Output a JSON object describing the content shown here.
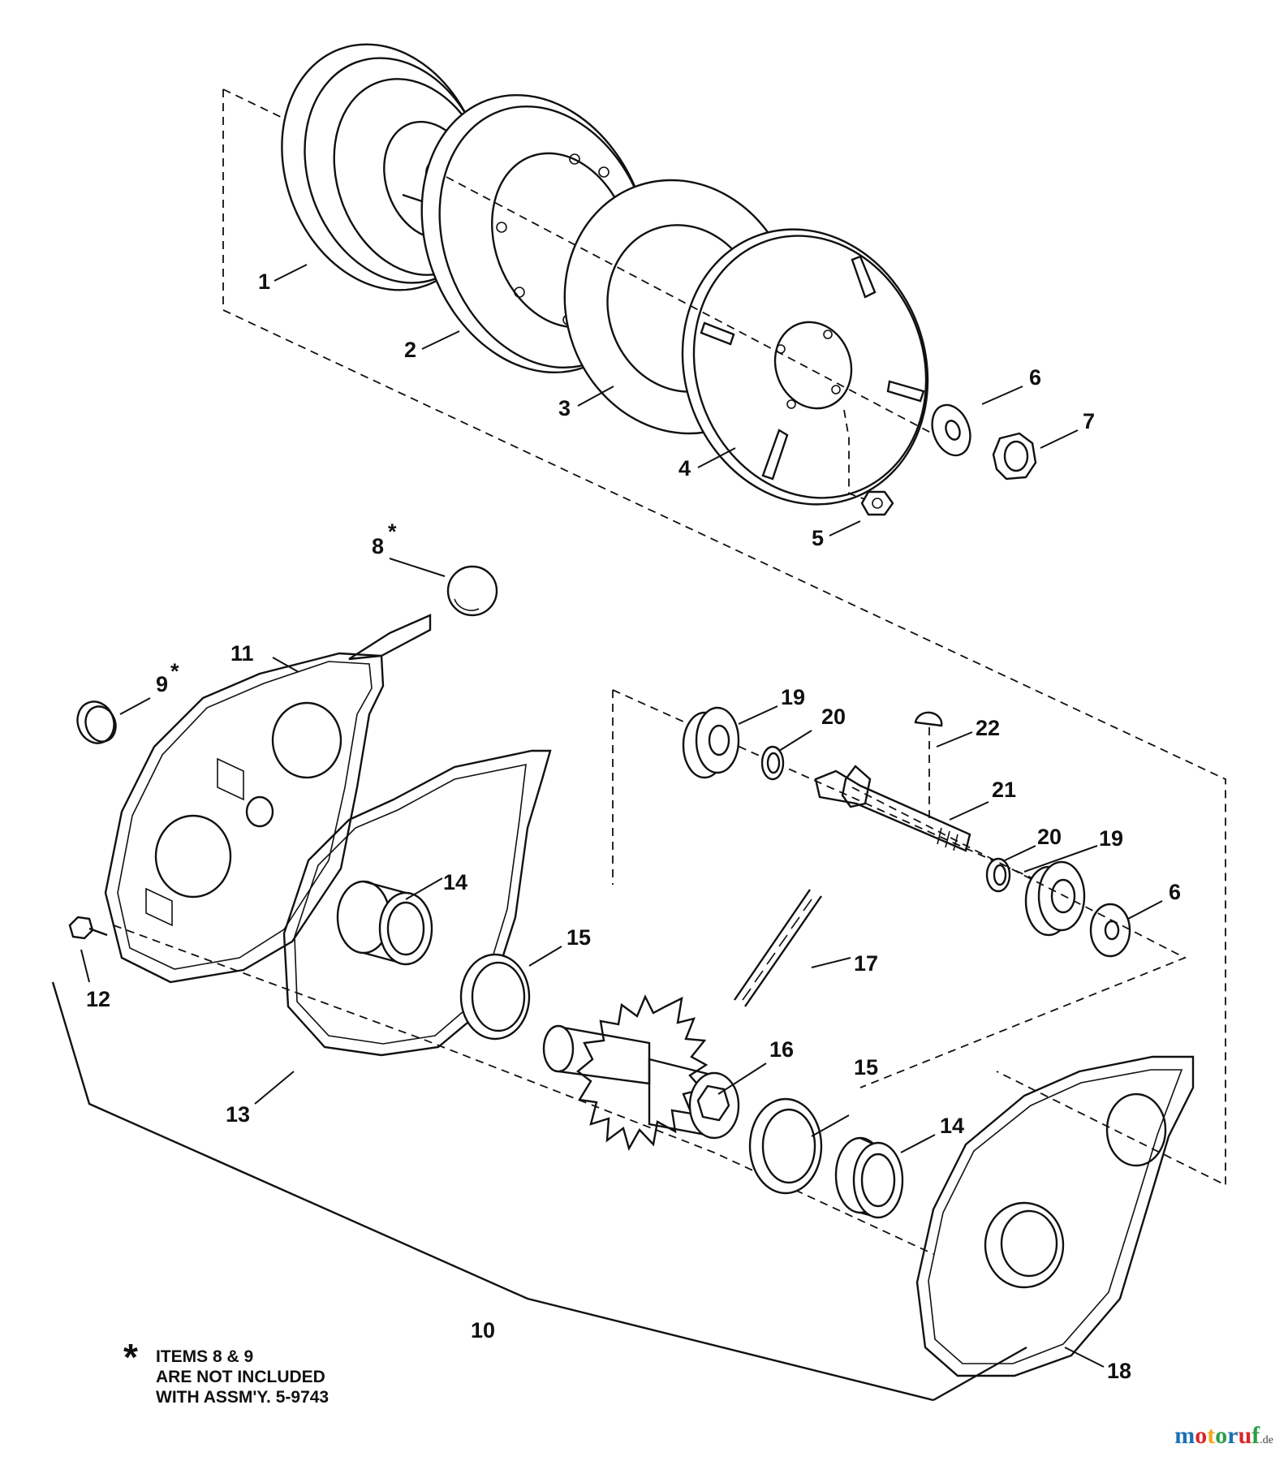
{
  "labels": {
    "p1": "1",
    "p2": "2",
    "p3": "3",
    "p4": "4",
    "p5": "5",
    "p6a": "6",
    "p6b": "6",
    "p7": "7",
    "p8": "8",
    "p9": "9",
    "p10": "10",
    "p11": "11",
    "p12": "12",
    "p13": "13",
    "p14a": "14",
    "p14b": "14",
    "p15a": "15",
    "p15b": "15",
    "p16": "16",
    "p17": "17",
    "p18": "18",
    "p19a": "19",
    "p19b": "19",
    "p20a": "20",
    "p20b": "20",
    "p21": "21",
    "p22": "22"
  },
  "asterisk": "*",
  "note": {
    "symbol": "*",
    "line1": "ITEMS 8 & 9",
    "line2": "ARE NOT INCLUDED",
    "line3": "WITH ASSM'Y. 5-9743"
  },
  "watermark": {
    "letters": [
      "m",
      "o",
      "t",
      "o",
      "r",
      "u",
      "f"
    ],
    "colors": [
      "#1a6fb5",
      "#d9262b",
      "#f2a81d",
      "#2e9e47",
      "#1a6fb5",
      "#d9262b",
      "#2e9e47"
    ],
    "tld": ".de"
  }
}
